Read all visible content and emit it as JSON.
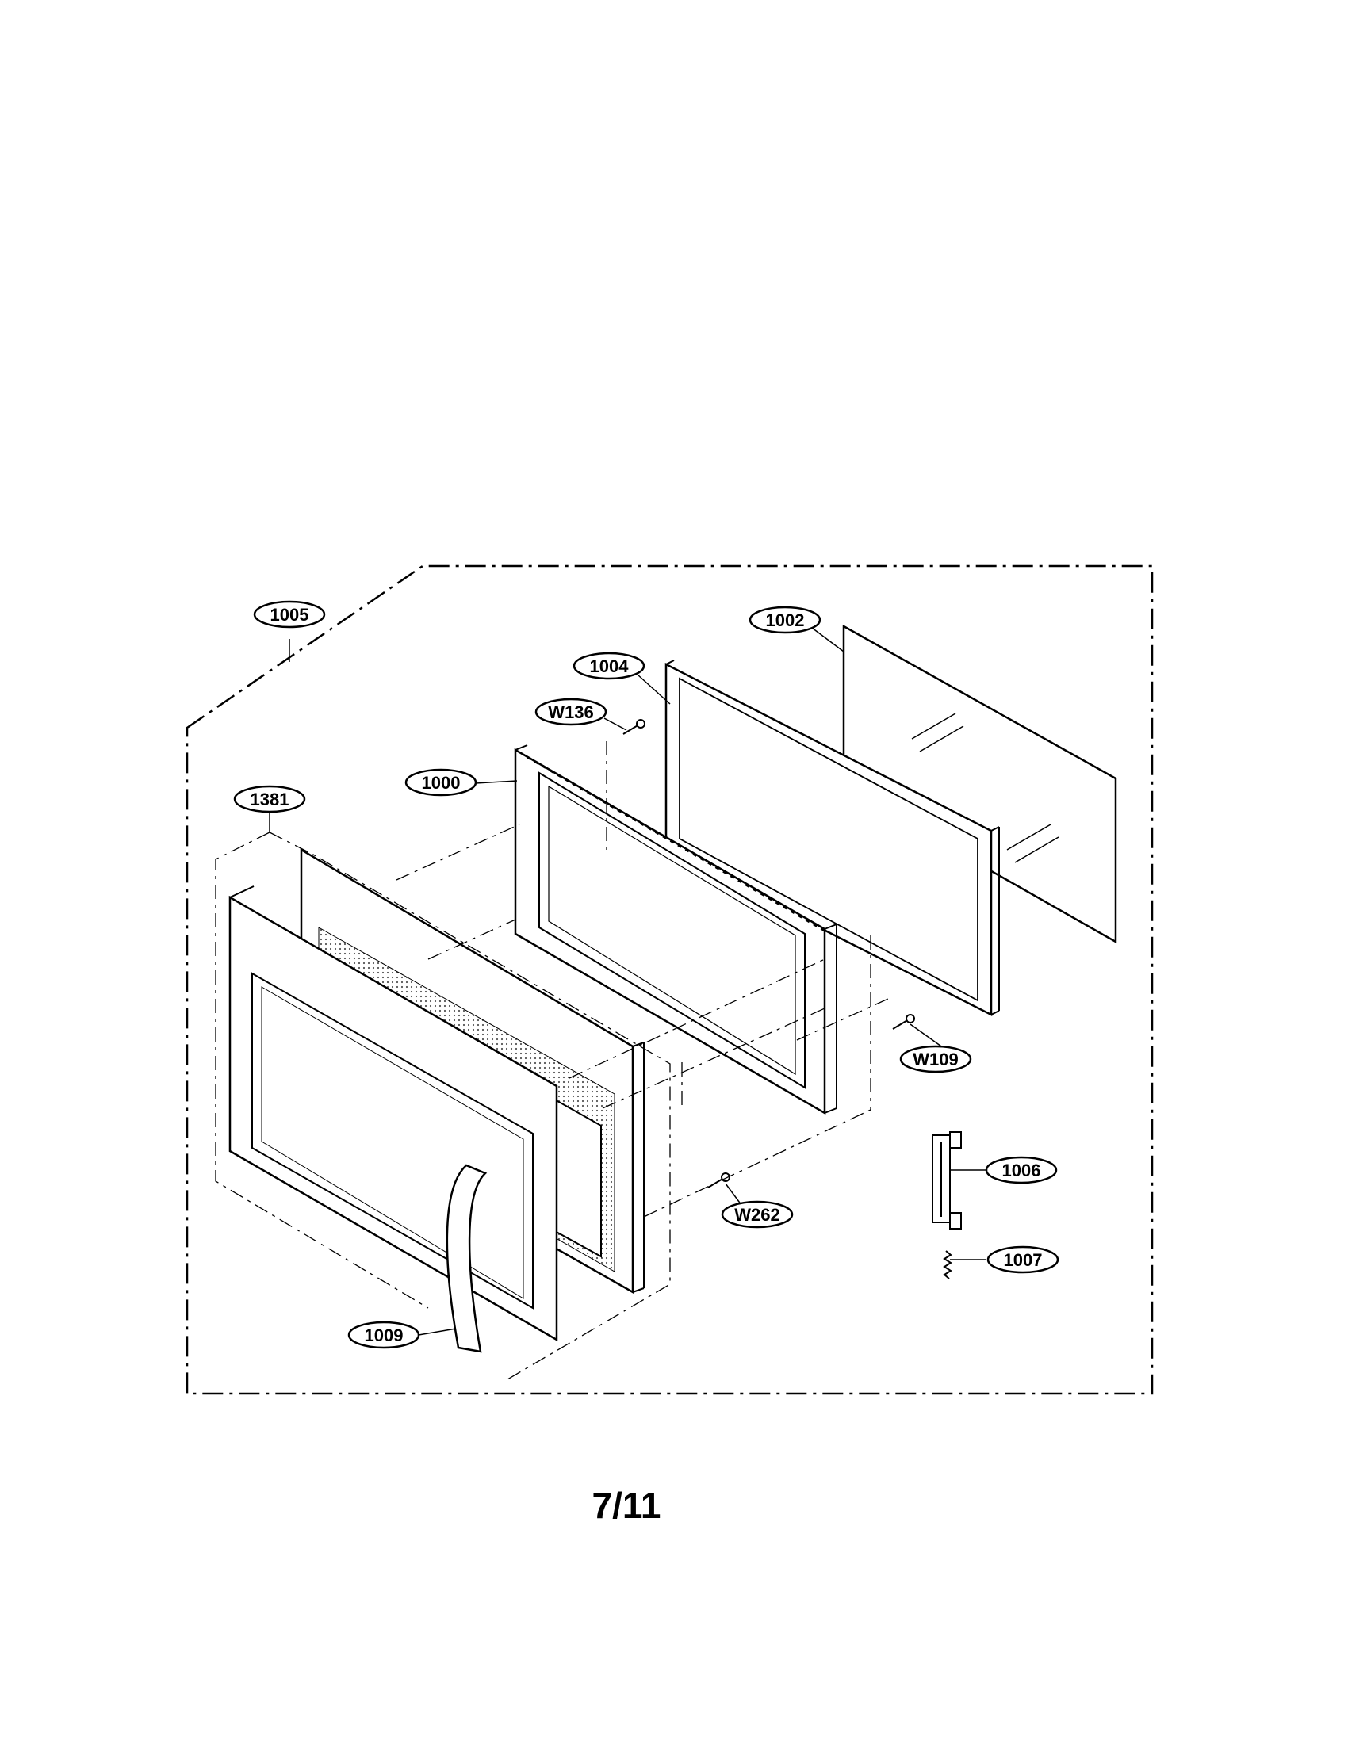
{
  "diagram": {
    "parts": [
      {
        "id": "1005",
        "label": "1005",
        "desc": "Door assembly"
      },
      {
        "id": "1002",
        "label": "1002",
        "desc": "Window glass"
      },
      {
        "id": "1004",
        "label": "1004",
        "desc": "Choke cover"
      },
      {
        "id": "W136",
        "label": "W136",
        "desc": "Screw"
      },
      {
        "id": "1000",
        "label": "1000",
        "desc": "Door frame"
      },
      {
        "id": "1381",
        "label": "1381",
        "desc": "Door panel assembly"
      },
      {
        "id": "W109",
        "label": "W109",
        "desc": "Screw"
      },
      {
        "id": "1006",
        "label": "1006",
        "desc": "Latch"
      },
      {
        "id": "W262",
        "label": "W262",
        "desc": "Screw"
      },
      {
        "id": "1007",
        "label": "1007",
        "desc": "Spring"
      },
      {
        "id": "1009",
        "label": "1009",
        "desc": "Handle"
      }
    ]
  },
  "page": {
    "number": "7/11"
  },
  "colors": {
    "line": "#000000",
    "background": "#ffffff"
  }
}
